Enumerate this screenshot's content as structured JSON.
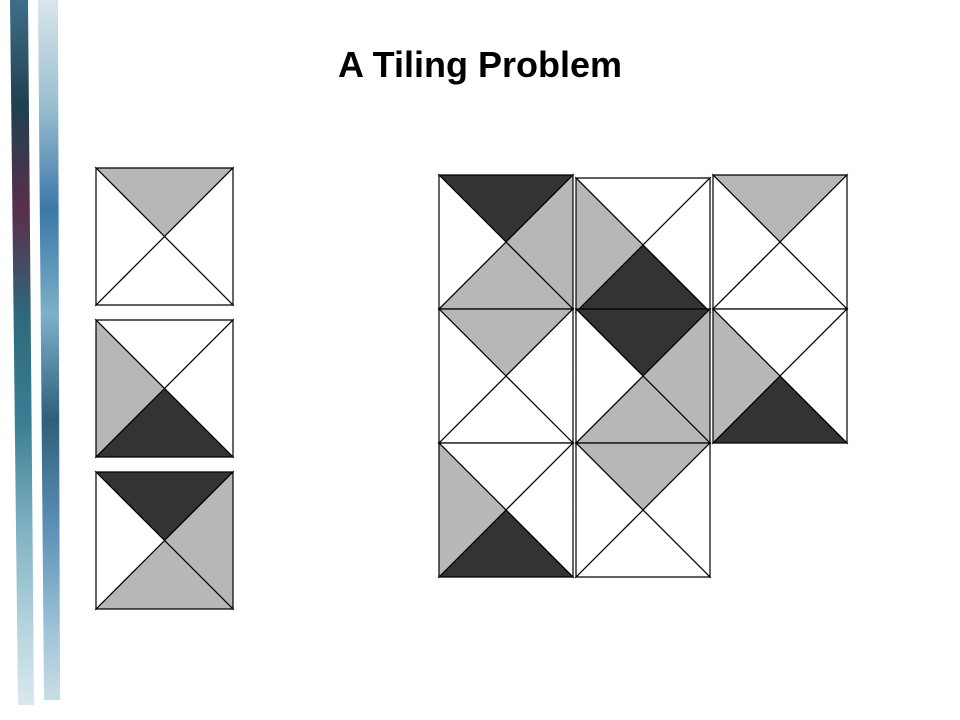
{
  "slide": {
    "title": "A Tiling Problem"
  },
  "colors": {
    "W": "#ffffff",
    "G": "#b7b7b7",
    "D": "#333333",
    "stroke": "#000000"
  },
  "tile_types": [
    {
      "name": "tile-type-1",
      "top": "G",
      "right": "W",
      "bottom": "W",
      "left": "W"
    },
    {
      "name": "tile-type-2",
      "top": "W",
      "right": "W",
      "bottom": "D",
      "left": "G"
    },
    {
      "name": "tile-type-3",
      "top": "D",
      "right": "G",
      "bottom": "G",
      "left": "W"
    }
  ],
  "tiling": {
    "rows": [
      [
        "tile-type-3",
        "tile-type-2",
        "tile-type-1"
      ],
      [
        "tile-type-1",
        "tile-type-3",
        "tile-type-2"
      ],
      [
        "tile-type-2",
        "tile-type-1",
        null
      ]
    ]
  }
}
